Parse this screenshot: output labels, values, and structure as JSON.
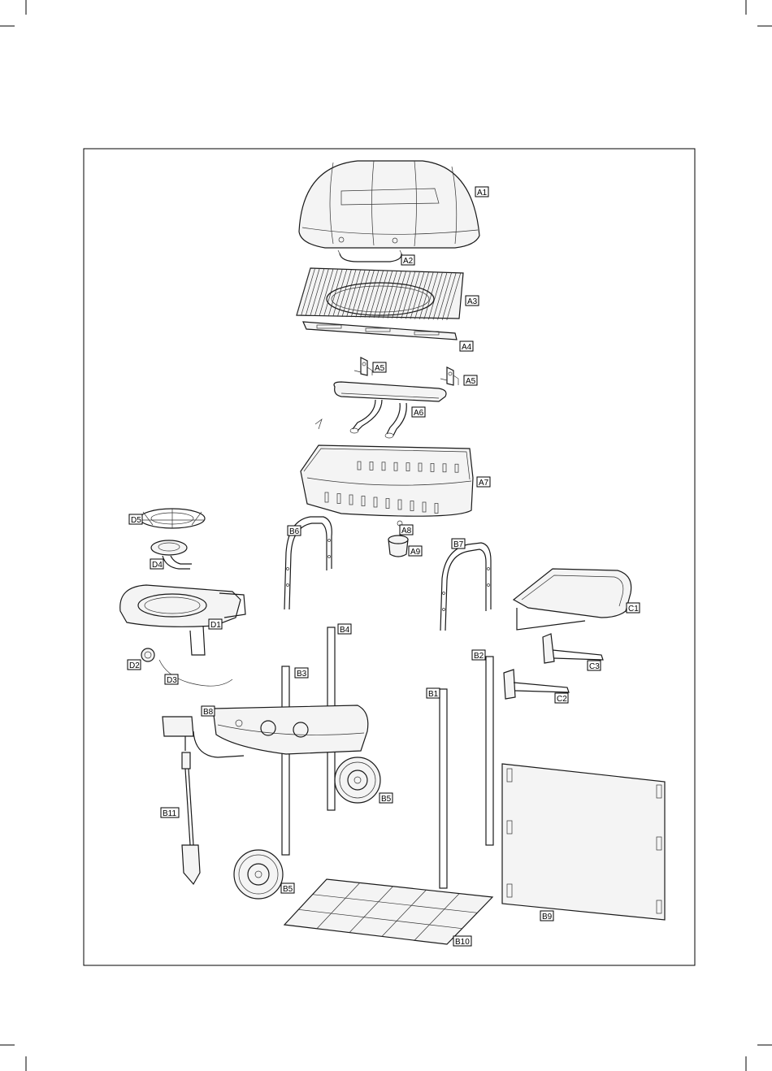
{
  "diagram": {
    "parts": [
      {
        "id": "A1"
      },
      {
        "id": "A2"
      },
      {
        "id": "A3"
      },
      {
        "id": "A4"
      },
      {
        "id": "A5"
      },
      {
        "id": "A5"
      },
      {
        "id": "A6"
      },
      {
        "id": "A7"
      },
      {
        "id": "A8"
      },
      {
        "id": "A9"
      },
      {
        "id": "B1"
      },
      {
        "id": "B2"
      },
      {
        "id": "B3"
      },
      {
        "id": "B4"
      },
      {
        "id": "B5"
      },
      {
        "id": "B5"
      },
      {
        "id": "B6"
      },
      {
        "id": "B7"
      },
      {
        "id": "B8"
      },
      {
        "id": "B9"
      },
      {
        "id": "B10"
      },
      {
        "id": "B11"
      },
      {
        "id": "C1"
      },
      {
        "id": "C2"
      },
      {
        "id": "C3"
      },
      {
        "id": "D1"
      },
      {
        "id": "D2"
      },
      {
        "id": "D3"
      },
      {
        "id": "D4"
      },
      {
        "id": "D5"
      }
    ]
  }
}
